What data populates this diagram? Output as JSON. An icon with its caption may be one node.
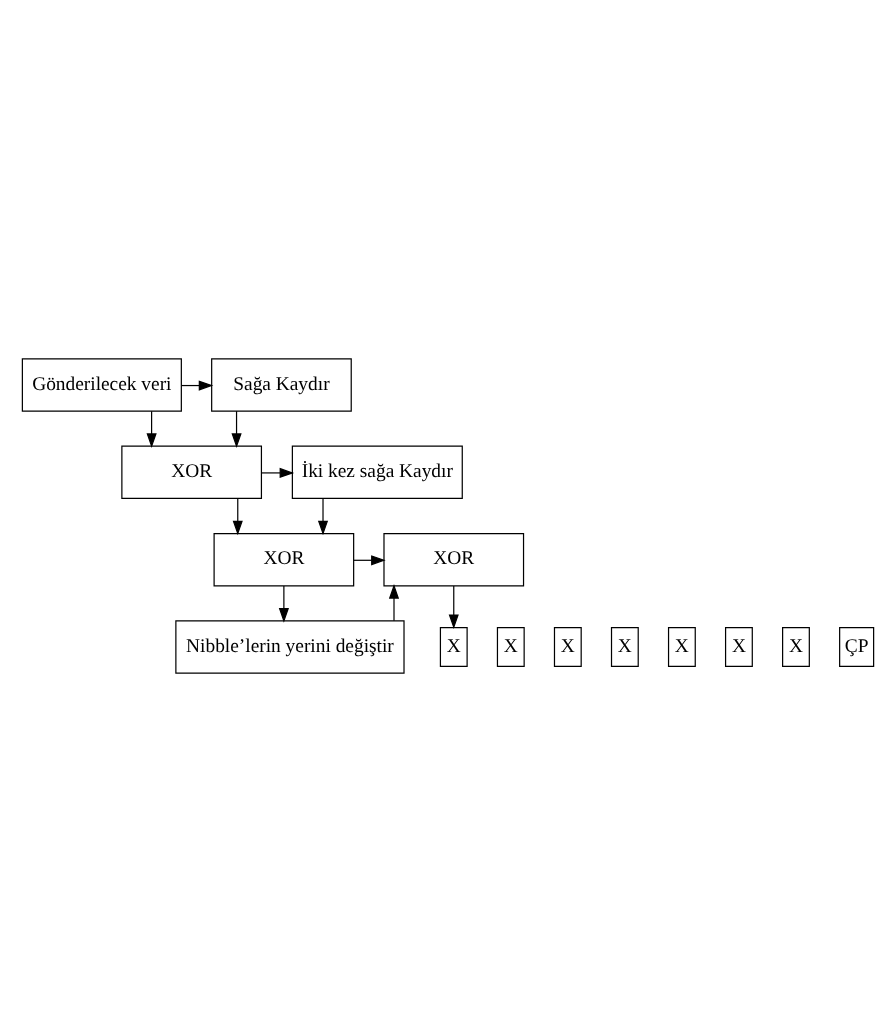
{
  "diagram": {
    "nodes": [
      {
        "text": [
          "Gönderilecek veri"
        ]
      },
      {
        "text": [
          "Sağa Kaydır"
        ]
      },
      {
        "text": [
          "XOR"
        ]
      },
      {
        "text": [
          "İki kez sağa Kaydır"
        ]
      },
      {
        "text": [
          "XOR"
        ]
      },
      {
        "text": [
          "Nibble’lerin yerini değiştir"
        ]
      },
      {
        "text": [
          "XOR"
        ]
      },
      {
        "text": [
          "X"
        ]
      },
      {
        "text": [
          "X"
        ]
      },
      {
        "text": [
          "X"
        ]
      },
      {
        "text": [
          "X"
        ]
      },
      {
        "text": [
          "X"
        ]
      },
      {
        "text": [
          "X"
        ]
      },
      {
        "text": [
          "X"
        ]
      },
      {
        "text": [
          "ÇP"
        ]
      }
    ],
    "edges": [
      {
        "from": 0,
        "to": 1,
        "arrow": "to"
      },
      {
        "from": 0,
        "to": 2,
        "arrow": "to"
      },
      {
        "from": 1,
        "to": 2,
        "arrow": "to"
      },
      {
        "from": 2,
        "to": 3,
        "arrow": "to"
      },
      {
        "from": 2,
        "to": 4,
        "arrow": "to"
      },
      {
        "from": 3,
        "to": 4,
        "arrow": "to"
      },
      {
        "from": 4,
        "to": 5,
        "arrow": "to"
      },
      {
        "from": 4,
        "to": 6,
        "arrow": "to"
      },
      {
        "from": 5,
        "to": 6,
        "arrow": "to"
      },
      {
        "from": 6,
        "to": 7,
        "arrow": "to"
      }
    ]
  }
}
